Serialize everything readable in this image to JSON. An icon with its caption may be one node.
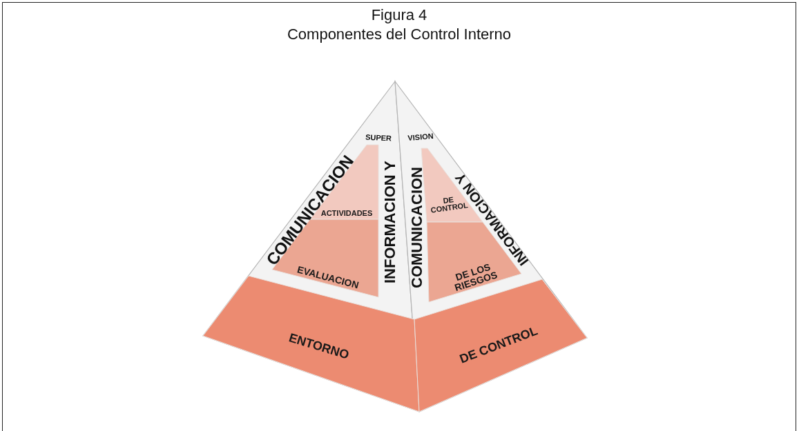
{
  "diagram": {
    "title": "Figura 4",
    "nodes": [
      {
        "text": [
          "ACTIVIDADES"
        ]
      },
      {
        "text": [
          "DE CONTROL"
        ]
      },
      {
        "text": [
          "EVALUACION"
        ]
      },
      {
        "text": [
          "DE LOS RIESGOS"
        ]
      },
      {
        "text": [
          "ENTORNO"
        ]
      },
      {
        "text": [
          "DE CONTROL"
        ]
      }
    ],
    "edges": [],
    "labels": [
      "Componentes del Control Interno",
      "SUPER",
      "VISION",
      "COMUNICACION",
      "INFORMACION Y",
      "COMUNICACION",
      "INFORMACION Y"
    ]
  }
}
